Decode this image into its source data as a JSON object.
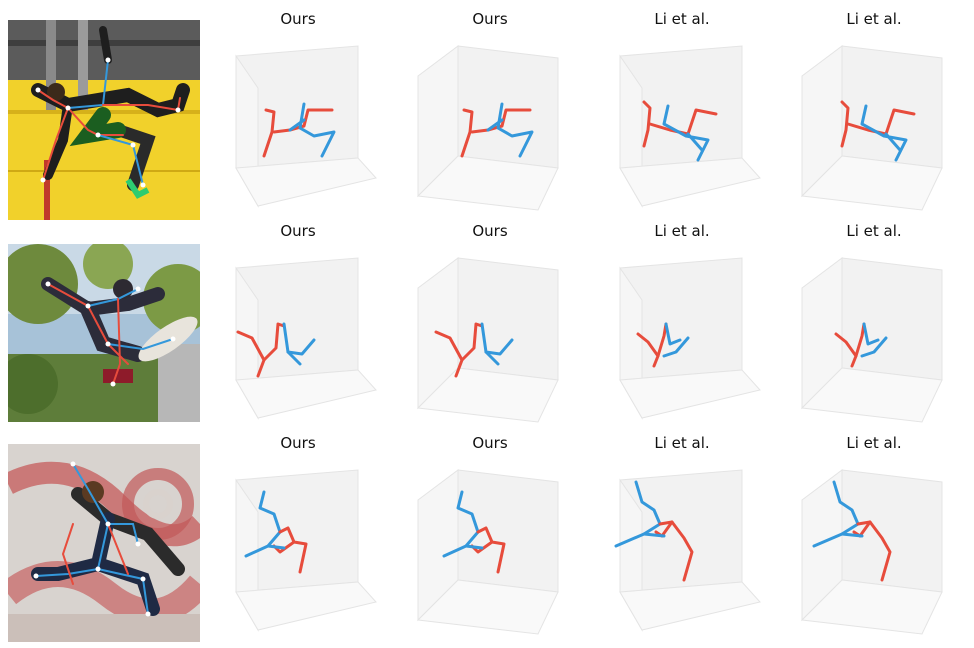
{
  "rows": [
    {
      "photo": "photo-wall-flip",
      "cells": [
        {
          "title": "Ours"
        },
        {
          "title": "Ours"
        },
        {
          "title": "Li et al."
        },
        {
          "title": "Li et al."
        }
      ]
    },
    {
      "photo": "photo-skateboard-trick",
      "cells": [
        {
          "title": "Ours"
        },
        {
          "title": "Ours"
        },
        {
          "title": "Li et al."
        },
        {
          "title": "Li et al."
        }
      ]
    },
    {
      "photo": "photo-jump-mural",
      "cells": [
        {
          "title": "Ours"
        },
        {
          "title": "Ours"
        },
        {
          "title": "Li et al."
        },
        {
          "title": "Li et al."
        }
      ]
    }
  ],
  "colors": {
    "left_limb": "#e74c3c",
    "right_limb": "#3498db",
    "cube_face": "#f2f2f2",
    "cube_edge": "#e4e4e4"
  }
}
